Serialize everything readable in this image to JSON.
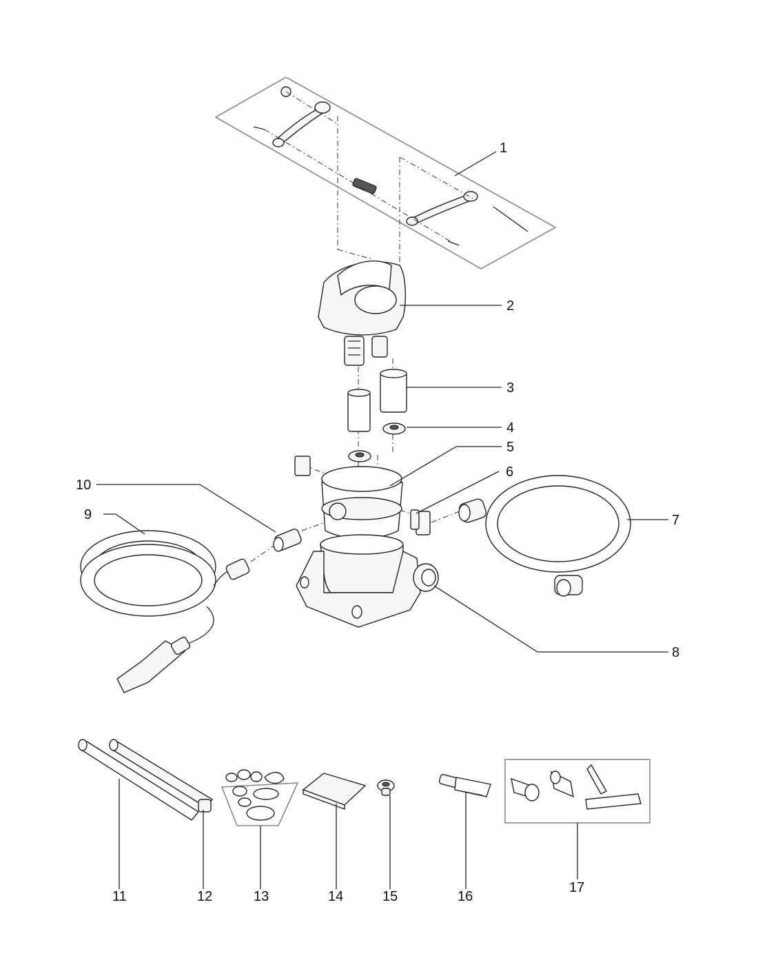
{
  "callouts": [
    "1",
    "2",
    "3",
    "4",
    "5",
    "6",
    "7",
    "8",
    "9",
    "10",
    "11",
    "12",
    "13",
    "14",
    "15",
    "16",
    "17"
  ],
  "colors": {
    "line": "#222222",
    "group_box": "#888888",
    "background": "#ffffff"
  }
}
